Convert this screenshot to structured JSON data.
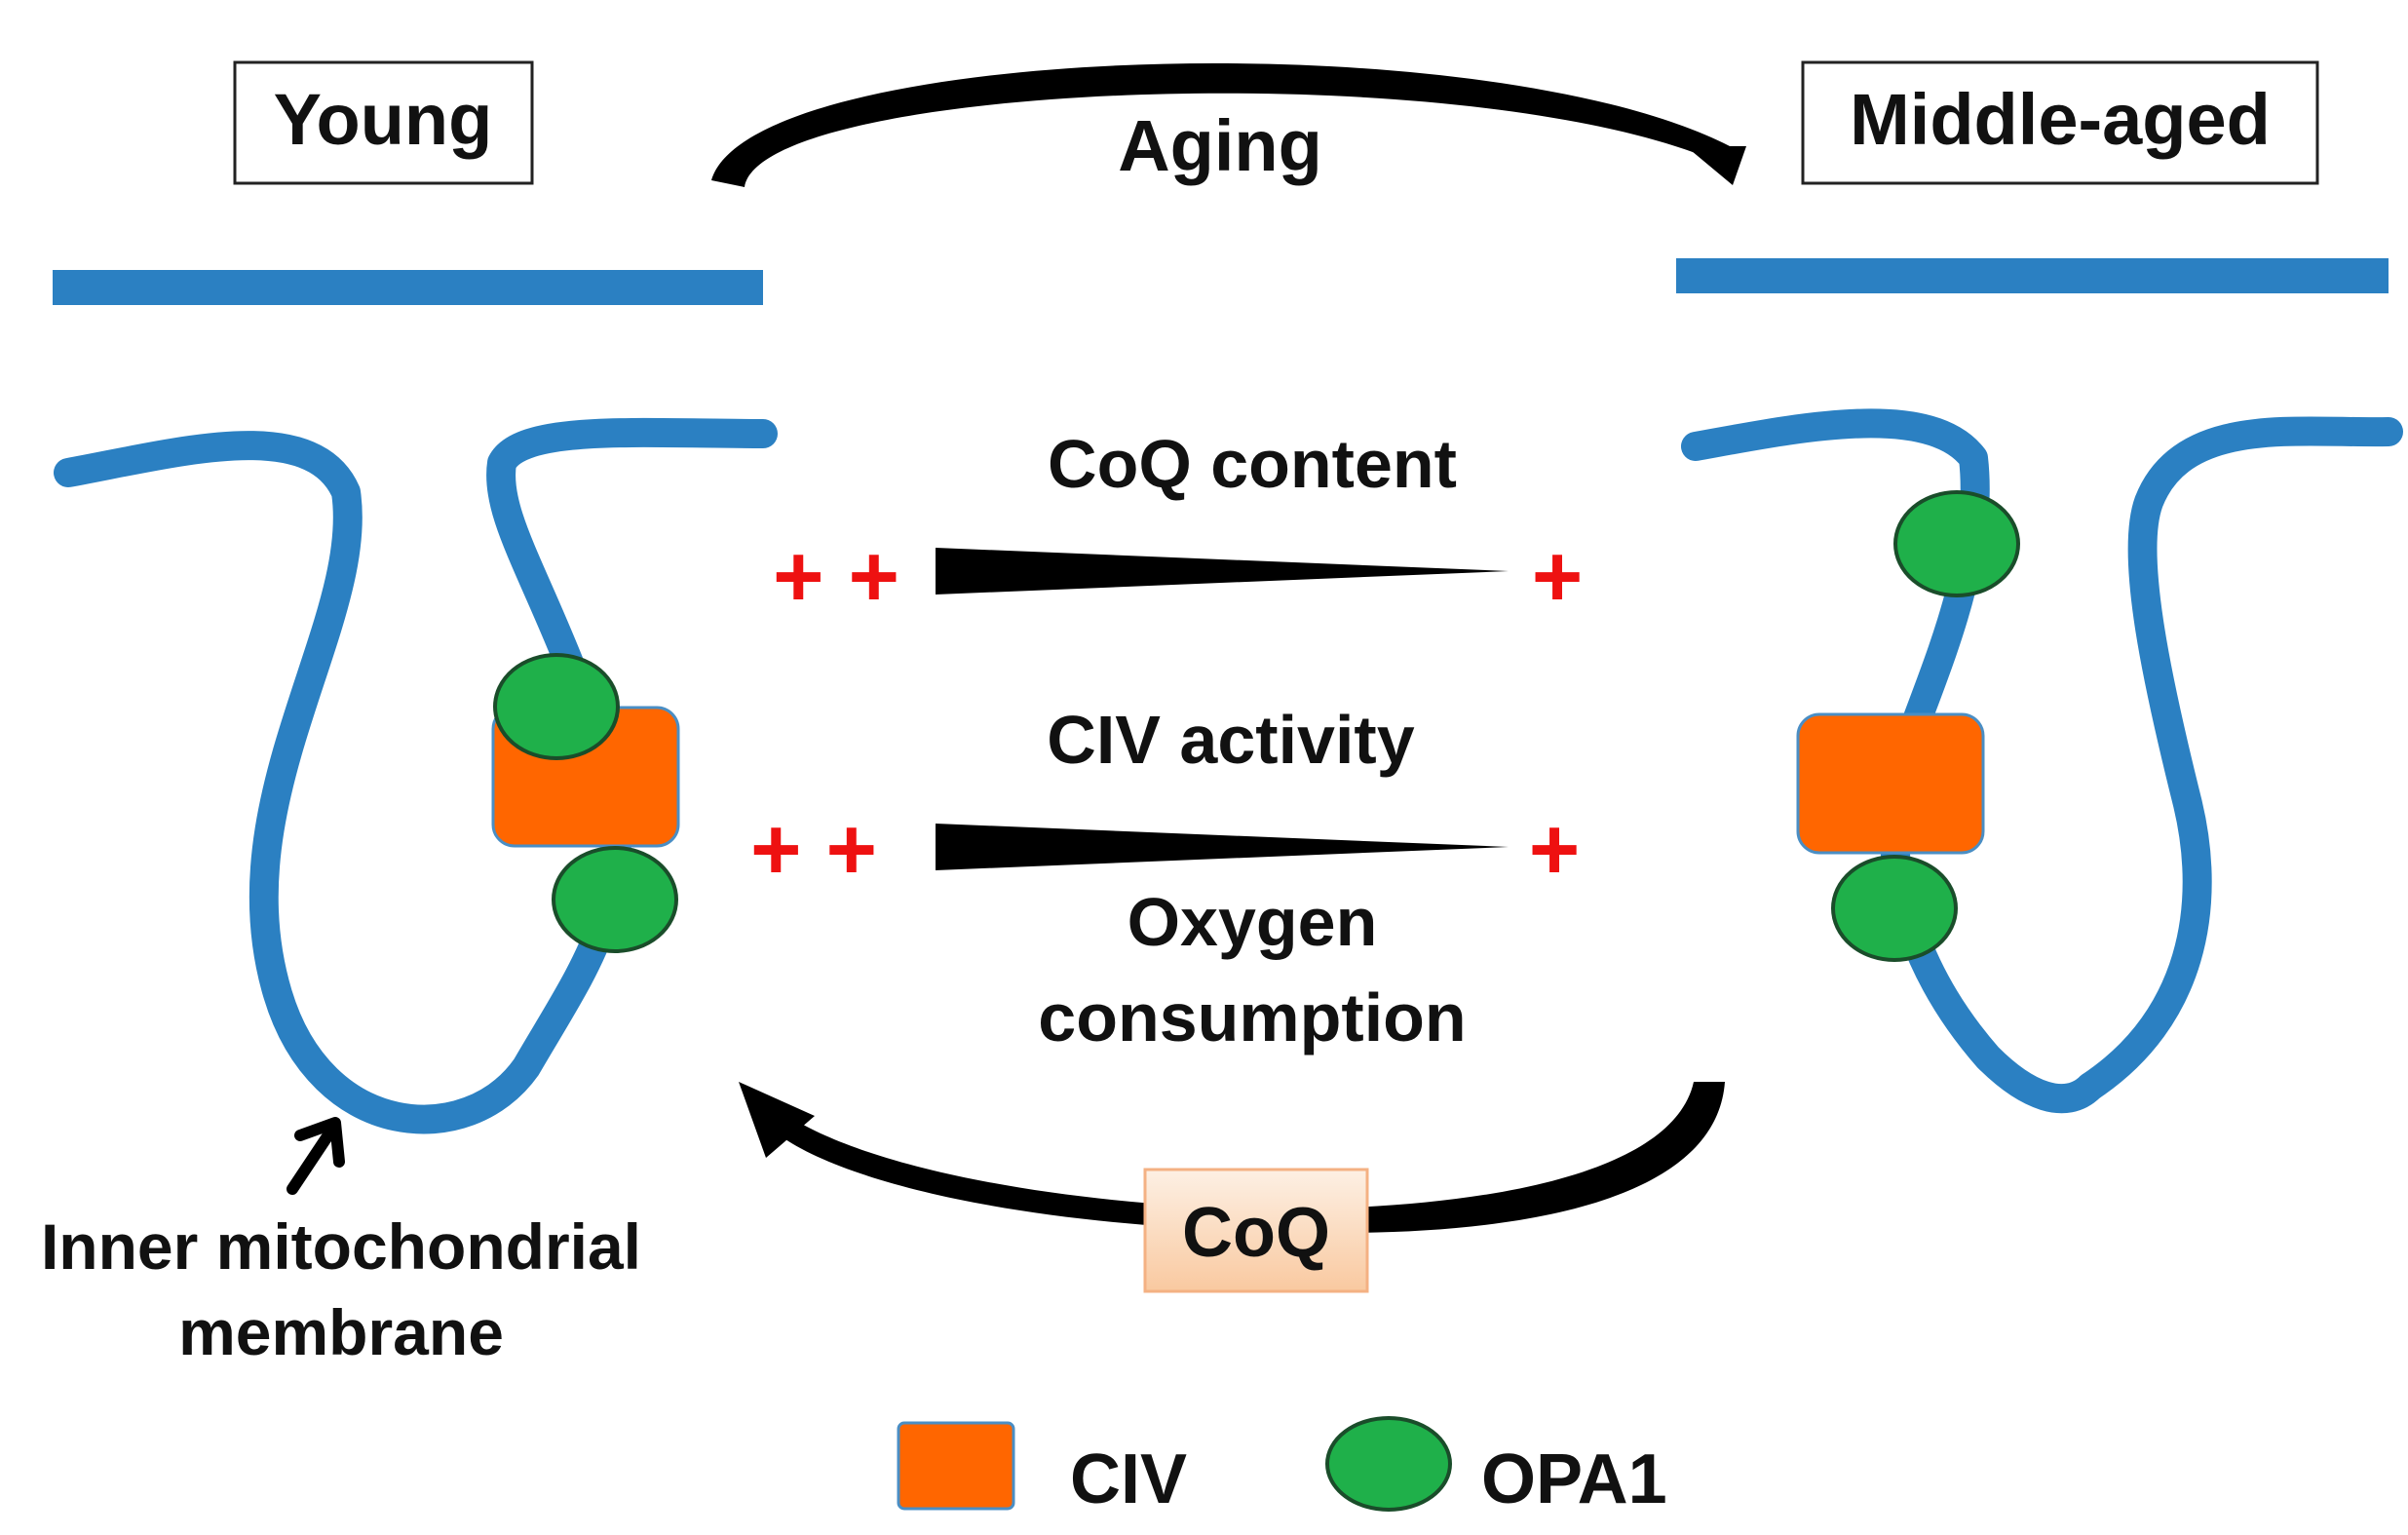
{
  "labels": {
    "young": "Young",
    "middle_aged": "Middle-aged",
    "aging": "Aging",
    "coq_content": "CoQ content",
    "civ_activity": "CIV activity",
    "oxygen_line1": "Oxygen",
    "oxygen_line2": "consumption",
    "coq_treatment": "CoQ",
    "imm_line1": "Inner mitochondrial",
    "imm_line2": "membrane"
  },
  "indicators": {
    "coq_high": "+ +",
    "coq_low": "+",
    "civ_high": "+ +",
    "civ_low": "+"
  },
  "legend": {
    "civ": "CIV",
    "opa1": "OPA1"
  },
  "colors": {
    "membrane": "#2b80c2",
    "civ": "#ff6600",
    "opa1": "#1fb04a",
    "plus": "#ee1111",
    "coq_box_fill": "#fdd9bd",
    "coq_box_stroke": "#f4b183",
    "arrow": "#000000"
  }
}
